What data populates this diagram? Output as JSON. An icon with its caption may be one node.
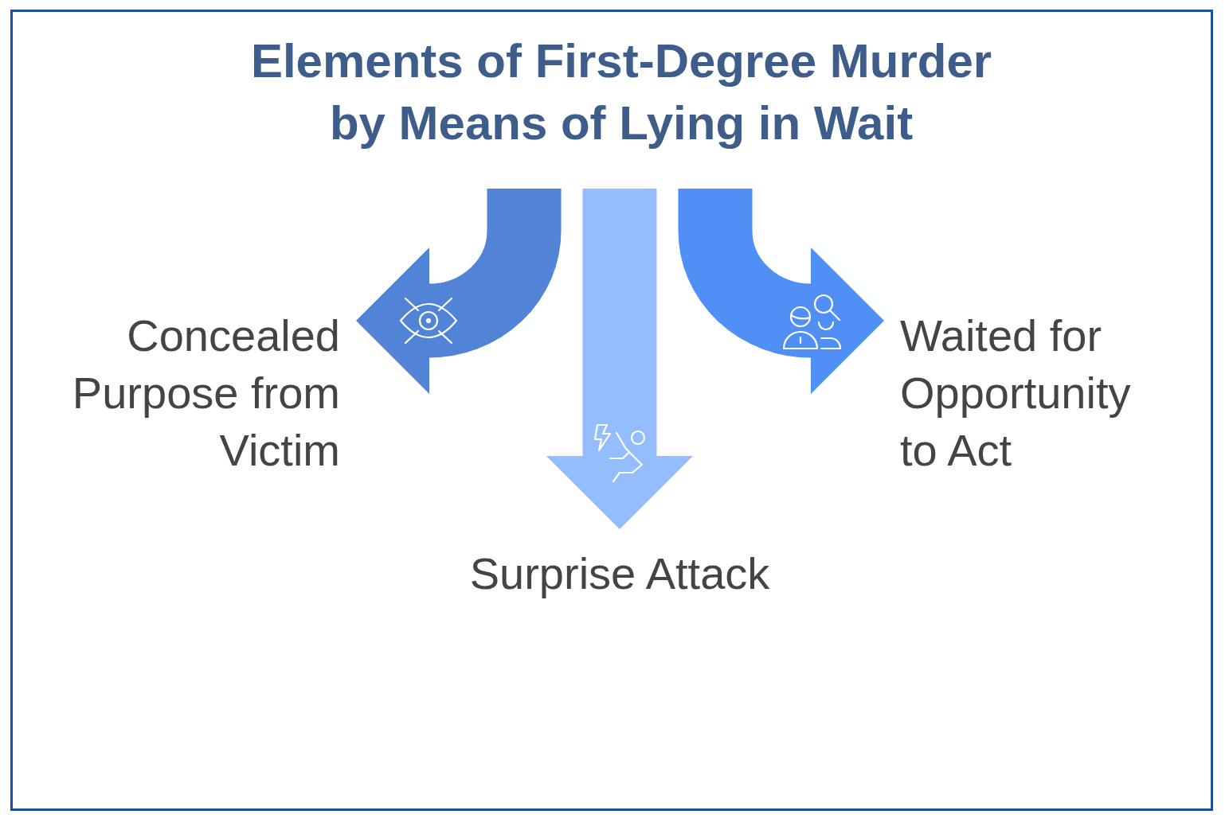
{
  "diagram": {
    "title": "Elements of First-Degree Murder by Means of Lying in Wait",
    "nodes": [
      {
        "text": [
          "Concealed Purpose from Victim"
        ]
      },
      {
        "text": [
          "Waited for Opportunity to Act"
        ]
      },
      {
        "text": [
          "Surprise Attack"
        ]
      }
    ],
    "edges": [
      {
        "from": null,
        "to": 0,
        "arrow": "to",
        "color": "#5183d6"
      },
      {
        "from": null,
        "to": 2,
        "arrow": "to",
        "color": "#94bdfe"
      },
      {
        "from": null,
        "to": 1,
        "arrow": "to",
        "color": "#4f8ff6"
      }
    ]
  }
}
